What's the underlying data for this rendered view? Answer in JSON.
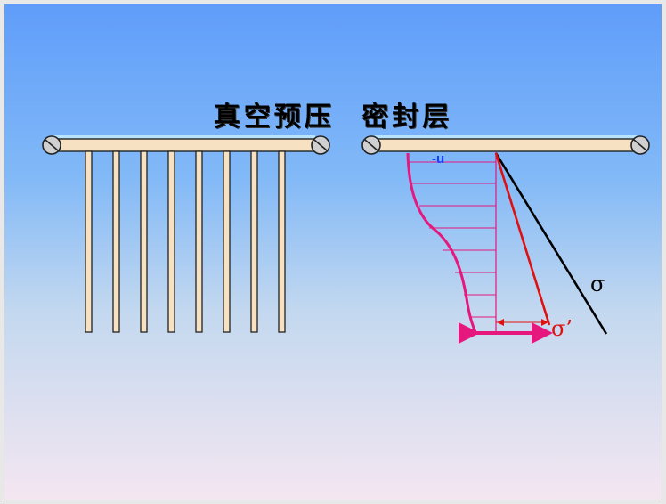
{
  "slide": {
    "title_part1": "真空预压",
    "title_part2": "密封层"
  },
  "diagram": {
    "label_neg_u": "-u",
    "label_sigma": "σ",
    "label_sigma_eff": "σ’"
  },
  "colors": {
    "background_top": "#5f9dfa",
    "background_bottom": "#f4e6f1",
    "drain_fill": "#f6e2c2",
    "pressure_curve": "#e6177d",
    "effective_stress_line": "#e01010",
    "total_stress_line": "#000000",
    "neg_u_label": "#1a3cff"
  }
}
